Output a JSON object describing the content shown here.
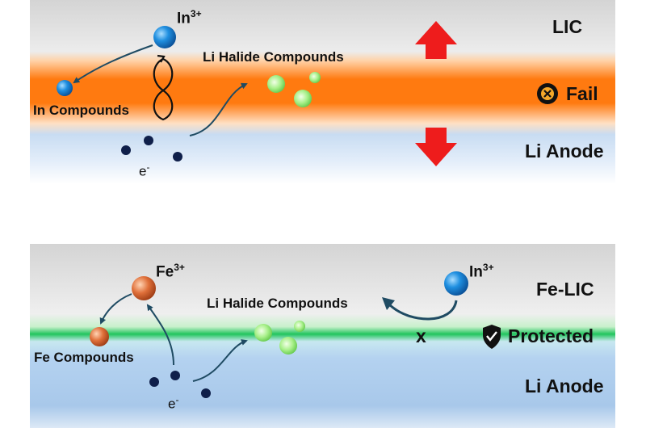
{
  "top_panel": {
    "cathode_label": "LIC",
    "anode_label": "Li Anode",
    "status": "Fail",
    "status_icon": "x-circle-icon",
    "ion_base": "In",
    "ion_charge": "3+",
    "compound_label": "In Compounds",
    "halide_label": "Li Halide Compounds",
    "electron_base": "e",
    "electron_charge": "-",
    "interphase_color": "#ff7a10",
    "ion_color": "#1f8fe0"
  },
  "bottom_panel": {
    "cathode_label": "Fe-LIC",
    "anode_label": "Li Anode",
    "status": "Protected",
    "status_icon": "shield-check-icon",
    "ion_base": "Fe",
    "ion_charge": "3+",
    "compound_label": "Fe Compounds",
    "halide_label": "Li Halide Compounds",
    "blocked_ion_base": "In",
    "blocked_ion_charge": "3+",
    "block_mark": "x",
    "electron_base": "e",
    "electron_charge": "-",
    "interphase_color": "#22c55e",
    "ion_color": "#e0703a"
  }
}
